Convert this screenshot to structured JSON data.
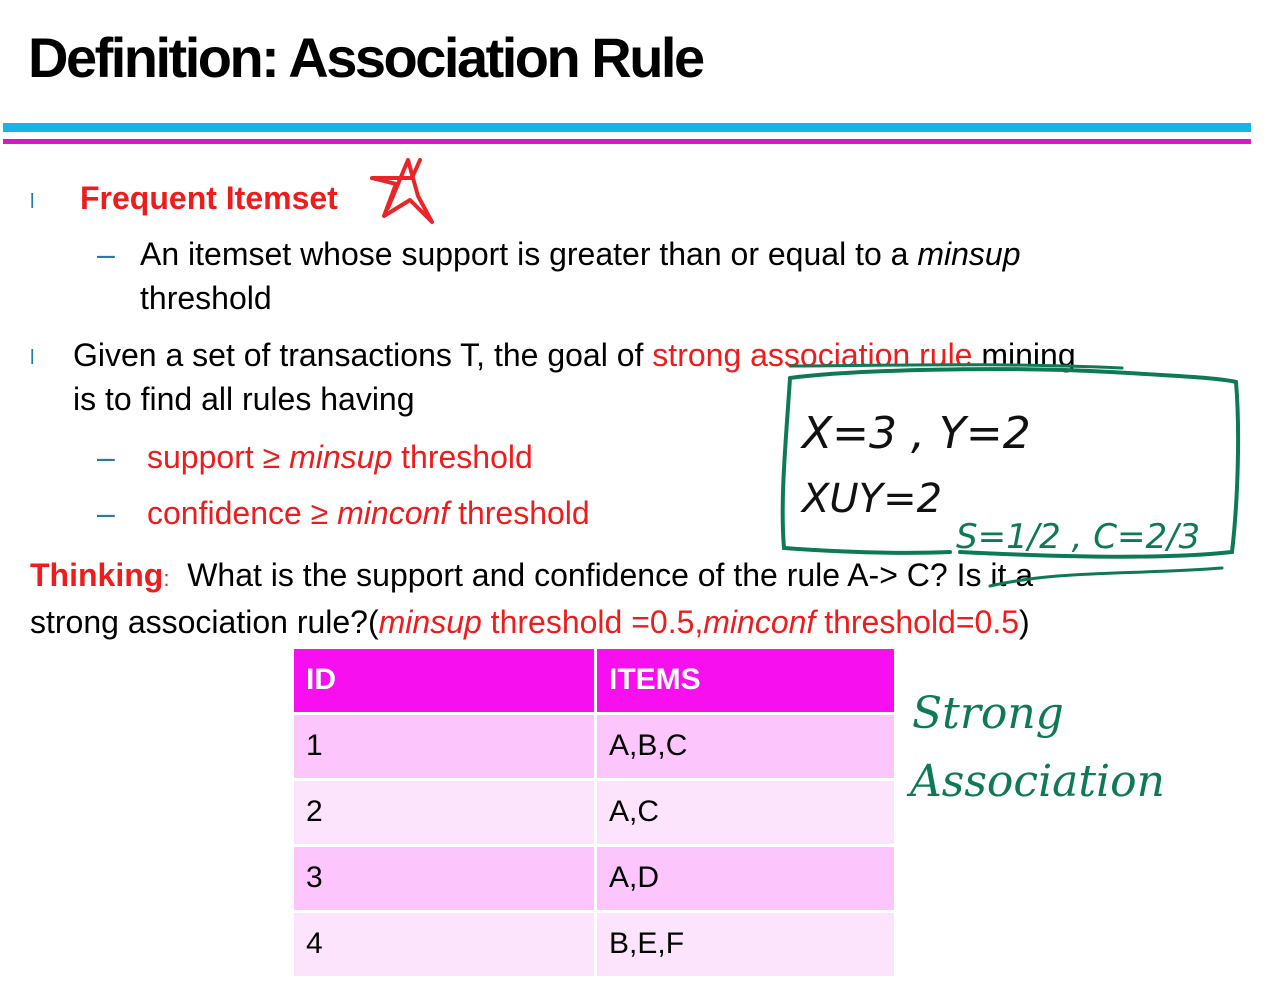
{
  "slide": {
    "title": "Definition: Association Rule",
    "bullet_marker": "l",
    "dash": "–",
    "b1": {
      "label": "Frequent Itemset"
    },
    "b1_sub": {
      "text_a": "An itemset whose support is greater than or equal to a ",
      "text_em": "minsup",
      "text_b": "threshold"
    },
    "b2": {
      "text_a": "Given a set of transactions T, the goal of ",
      "text_red": "strong association rule",
      "text_b": " mining",
      "text_c": "is to find all rules having"
    },
    "b2_sub1": {
      "a": "support ≥ ",
      "em": "minsup",
      "b": " threshold"
    },
    "b2_sub2": {
      "a": "confidence ≥ ",
      "em": "minconf",
      "b": " threshold"
    },
    "thinking": {
      "label": "Thinking",
      "colon": ":",
      "text_a": "What is the support and confidence of the rule A-> C? Is it a",
      "text_b": "strong association rule?(",
      "em1": "minsup",
      "t1": " threshold =0.5,",
      "em2": "minconf",
      "t2": " threshold=0.5",
      "close": ")"
    }
  },
  "table": {
    "headers": [
      "ID",
      "ITEMS"
    ],
    "rows": [
      [
        "1",
        "A,B,C"
      ],
      [
        "2",
        "A,C"
      ],
      [
        "3",
        "A,D"
      ],
      [
        "4",
        "B,E,F"
      ]
    ]
  },
  "handwriting": {
    "line1": "X=3 , Y=2",
    "line2": "XUY=2",
    "line3": "S=1/2 , C=2/3",
    "note1": "Strong",
    "note2": "Association"
  },
  "colors": {
    "text": "#000000",
    "accent_red": "#ee1c1c",
    "bar_cyan": "#18b4e6",
    "bar_magenta": "#d818c8",
    "bullet": "#2a7aa8",
    "table_header": "#f70ff0",
    "table_row_dark": "#fcc6fc",
    "table_row_light": "#fce5fc",
    "ink_green": "#0e7a55",
    "ink_black": "#111111",
    "ink_red": "#e8262a"
  }
}
